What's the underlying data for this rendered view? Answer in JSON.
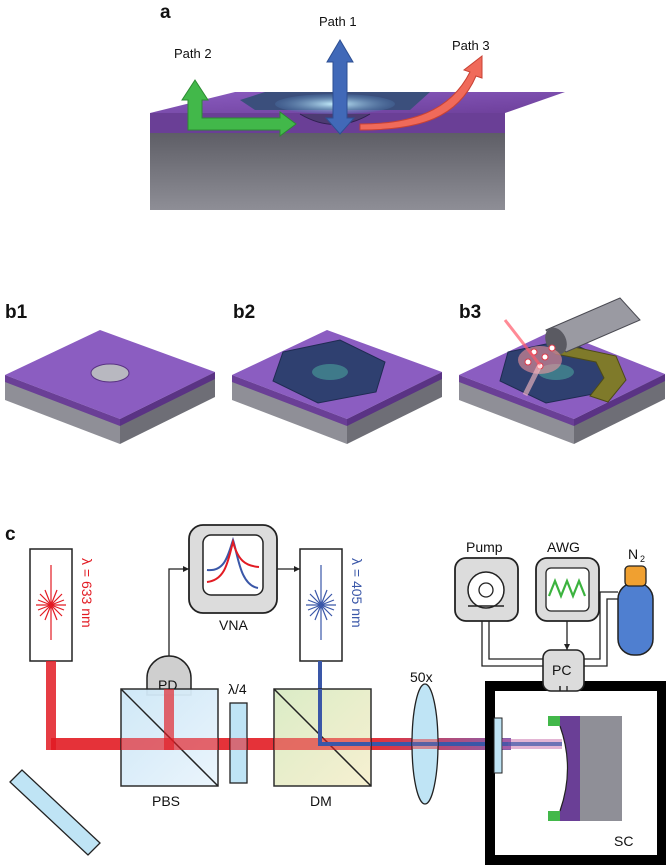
{
  "panels": {
    "a": "a",
    "b1": "b1",
    "b2": "b2",
    "b3": "b3",
    "c": "c"
  },
  "panel_a": {
    "path1": "Path 1",
    "path2": "Path 2",
    "path3": "Path 3"
  },
  "panel_c": {
    "red_laser": "λ = 633 nm",
    "blue_laser": "λ = 405 nm",
    "pd": "PD",
    "vna": "VNA",
    "pbs": "PBS",
    "quarter_wave": "λ/4",
    "dm": "DM",
    "objective": "50x",
    "sc": "SC",
    "pump": "Pump",
    "awg": "AWG",
    "pc": "PC",
    "n2": "N",
    "n2_sub": "2"
  },
  "colors": {
    "purple": "#7a4fa6",
    "gray": "#6b6b73",
    "red_beam": "#e21b23",
    "blue_beam": "#3a57a8",
    "green": "#3cb33f"
  }
}
